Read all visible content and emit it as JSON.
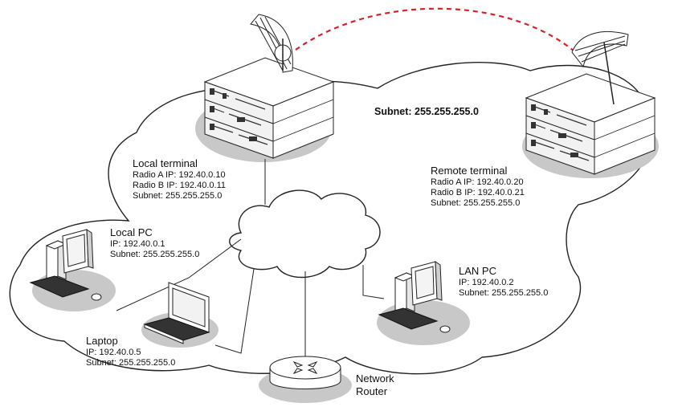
{
  "subnet_label": "Subnet: 255.255.255.0",
  "local_terminal": {
    "title": "Local terminal",
    "line1": "Radio A IP: 192.40.0.10",
    "line2": "Radio B IP: 192.40.0.11",
    "line3": "Subnet: 255.255.255.0"
  },
  "remote_terminal": {
    "title": "Remote terminal",
    "line1": "Radio A IP: 192.40.0.20",
    "line2": "Radio B IP: 192.40.0.21",
    "line3": "Subnet: 255.255.255.0"
  },
  "local_pc": {
    "title": "Local PC",
    "line1": "IP: 192.40.0.1",
    "line2": "Subnet: 255.255.255.0"
  },
  "lan_pc": {
    "title": "LAN PC",
    "line1": "IP: 192.40.0.2",
    "line2": "Subnet: 255.255.255.0"
  },
  "laptop": {
    "title": "Laptop",
    "line1": "IP: 192.40.0.5",
    "line2": "Subnet: 255.255.255.0"
  },
  "router": {
    "line1": "Network",
    "line2": "Router"
  },
  "colors": {
    "radio_link": "#d9202a",
    "shadow": "#c8c8c8",
    "line": "#222222"
  }
}
